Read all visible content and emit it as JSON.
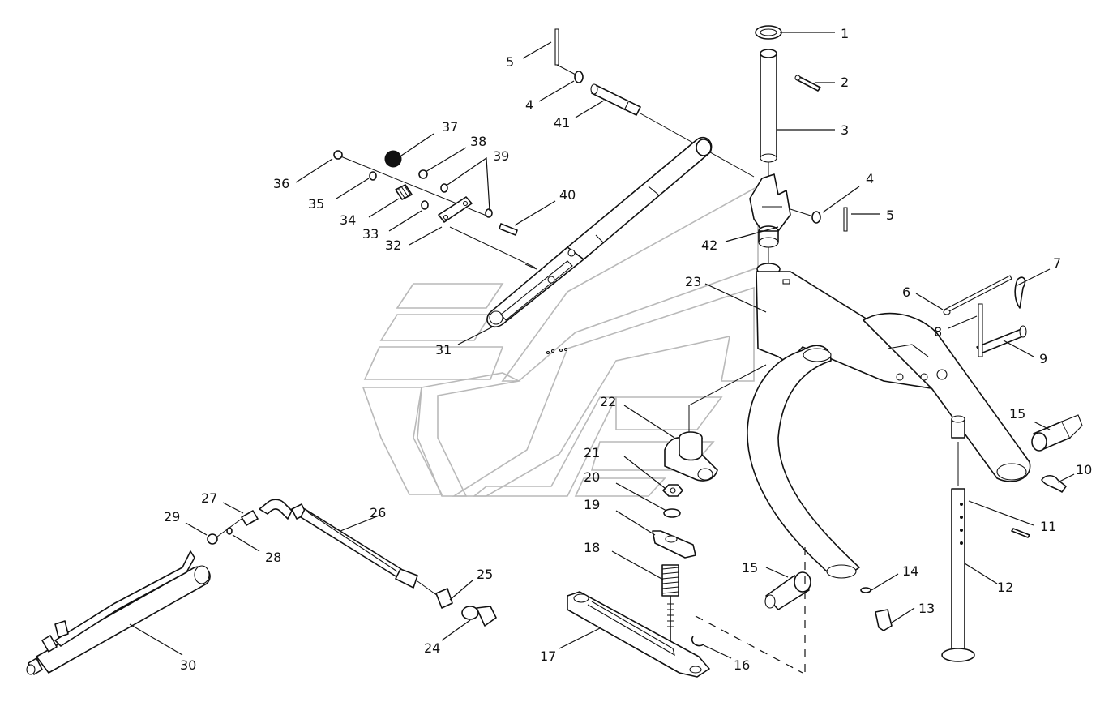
{
  "diagram": {
    "callouts": [
      {
        "id": "c1",
        "label": "1"
      },
      {
        "id": "c2",
        "label": "2"
      },
      {
        "id": "c3",
        "label": "3"
      },
      {
        "id": "c4a",
        "label": "4"
      },
      {
        "id": "c4b",
        "label": "4"
      },
      {
        "id": "c5a",
        "label": "5"
      },
      {
        "id": "c5b",
        "label": "5"
      },
      {
        "id": "c6",
        "label": "6"
      },
      {
        "id": "c7",
        "label": "7"
      },
      {
        "id": "c8",
        "label": "8"
      },
      {
        "id": "c9",
        "label": "9"
      },
      {
        "id": "c10",
        "label": "10"
      },
      {
        "id": "c11",
        "label": "11"
      },
      {
        "id": "c12",
        "label": "12"
      },
      {
        "id": "c13",
        "label": "13"
      },
      {
        "id": "c14",
        "label": "14"
      },
      {
        "id": "c15a",
        "label": "15"
      },
      {
        "id": "c15b",
        "label": "15"
      },
      {
        "id": "c16",
        "label": "16"
      },
      {
        "id": "c17",
        "label": "17"
      },
      {
        "id": "c18",
        "label": "18"
      },
      {
        "id": "c19",
        "label": "19"
      },
      {
        "id": "c20",
        "label": "20"
      },
      {
        "id": "c21",
        "label": "21"
      },
      {
        "id": "c22",
        "label": "22"
      },
      {
        "id": "c23",
        "label": "23"
      },
      {
        "id": "c24",
        "label": "24"
      },
      {
        "id": "c25",
        "label": "25"
      },
      {
        "id": "c26",
        "label": "26"
      },
      {
        "id": "c27",
        "label": "27"
      },
      {
        "id": "c28",
        "label": "28"
      },
      {
        "id": "c29",
        "label": "29"
      },
      {
        "id": "c30",
        "label": "30"
      },
      {
        "id": "c31",
        "label": "31"
      },
      {
        "id": "c32",
        "label": "32"
      },
      {
        "id": "c33",
        "label": "33"
      },
      {
        "id": "c34",
        "label": "34"
      },
      {
        "id": "c35",
        "label": "35"
      },
      {
        "id": "c36",
        "label": "36"
      },
      {
        "id": "c37",
        "label": "37"
      },
      {
        "id": "c38",
        "label": "38"
      },
      {
        "id": "c39",
        "label": "39"
      },
      {
        "id": "c40",
        "label": "40"
      },
      {
        "id": "c41",
        "label": "41"
      },
      {
        "id": "c42",
        "label": "42"
      }
    ],
    "colors": {
      "line": "#111111",
      "ghost_outline": "#b9b9b9",
      "background": "#ffffff"
    }
  }
}
